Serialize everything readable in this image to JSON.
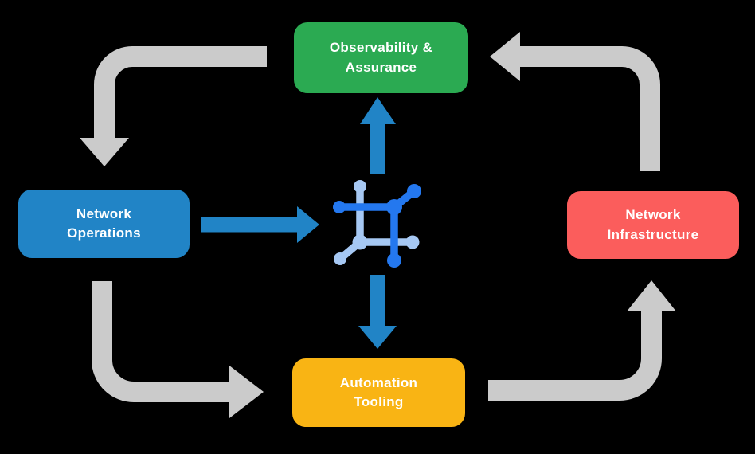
{
  "title": "Network platform cycle diagram",
  "colors": {
    "background": "#000000",
    "cycle_arrow": "#CBCBCB",
    "flow_arrow": "#2184C6",
    "icon_primary_blue": "#2478EF",
    "icon_light_blue": "#A6C8F3",
    "label_text": "#FFFFFF"
  },
  "boxes": {
    "observability": {
      "label": "Observability &\nAssurance",
      "color": "#2BAA52"
    },
    "operations": {
      "label": "Network\nOperations",
      "color": "#2184C6"
    },
    "infrastructure": {
      "label": "Network\nInfrastructure",
      "color": "#FB5D5C"
    },
    "automation": {
      "label": "Automation\nTooling",
      "color": "#F9B414"
    }
  },
  "icons": {
    "center": "network-fabric-icon"
  }
}
